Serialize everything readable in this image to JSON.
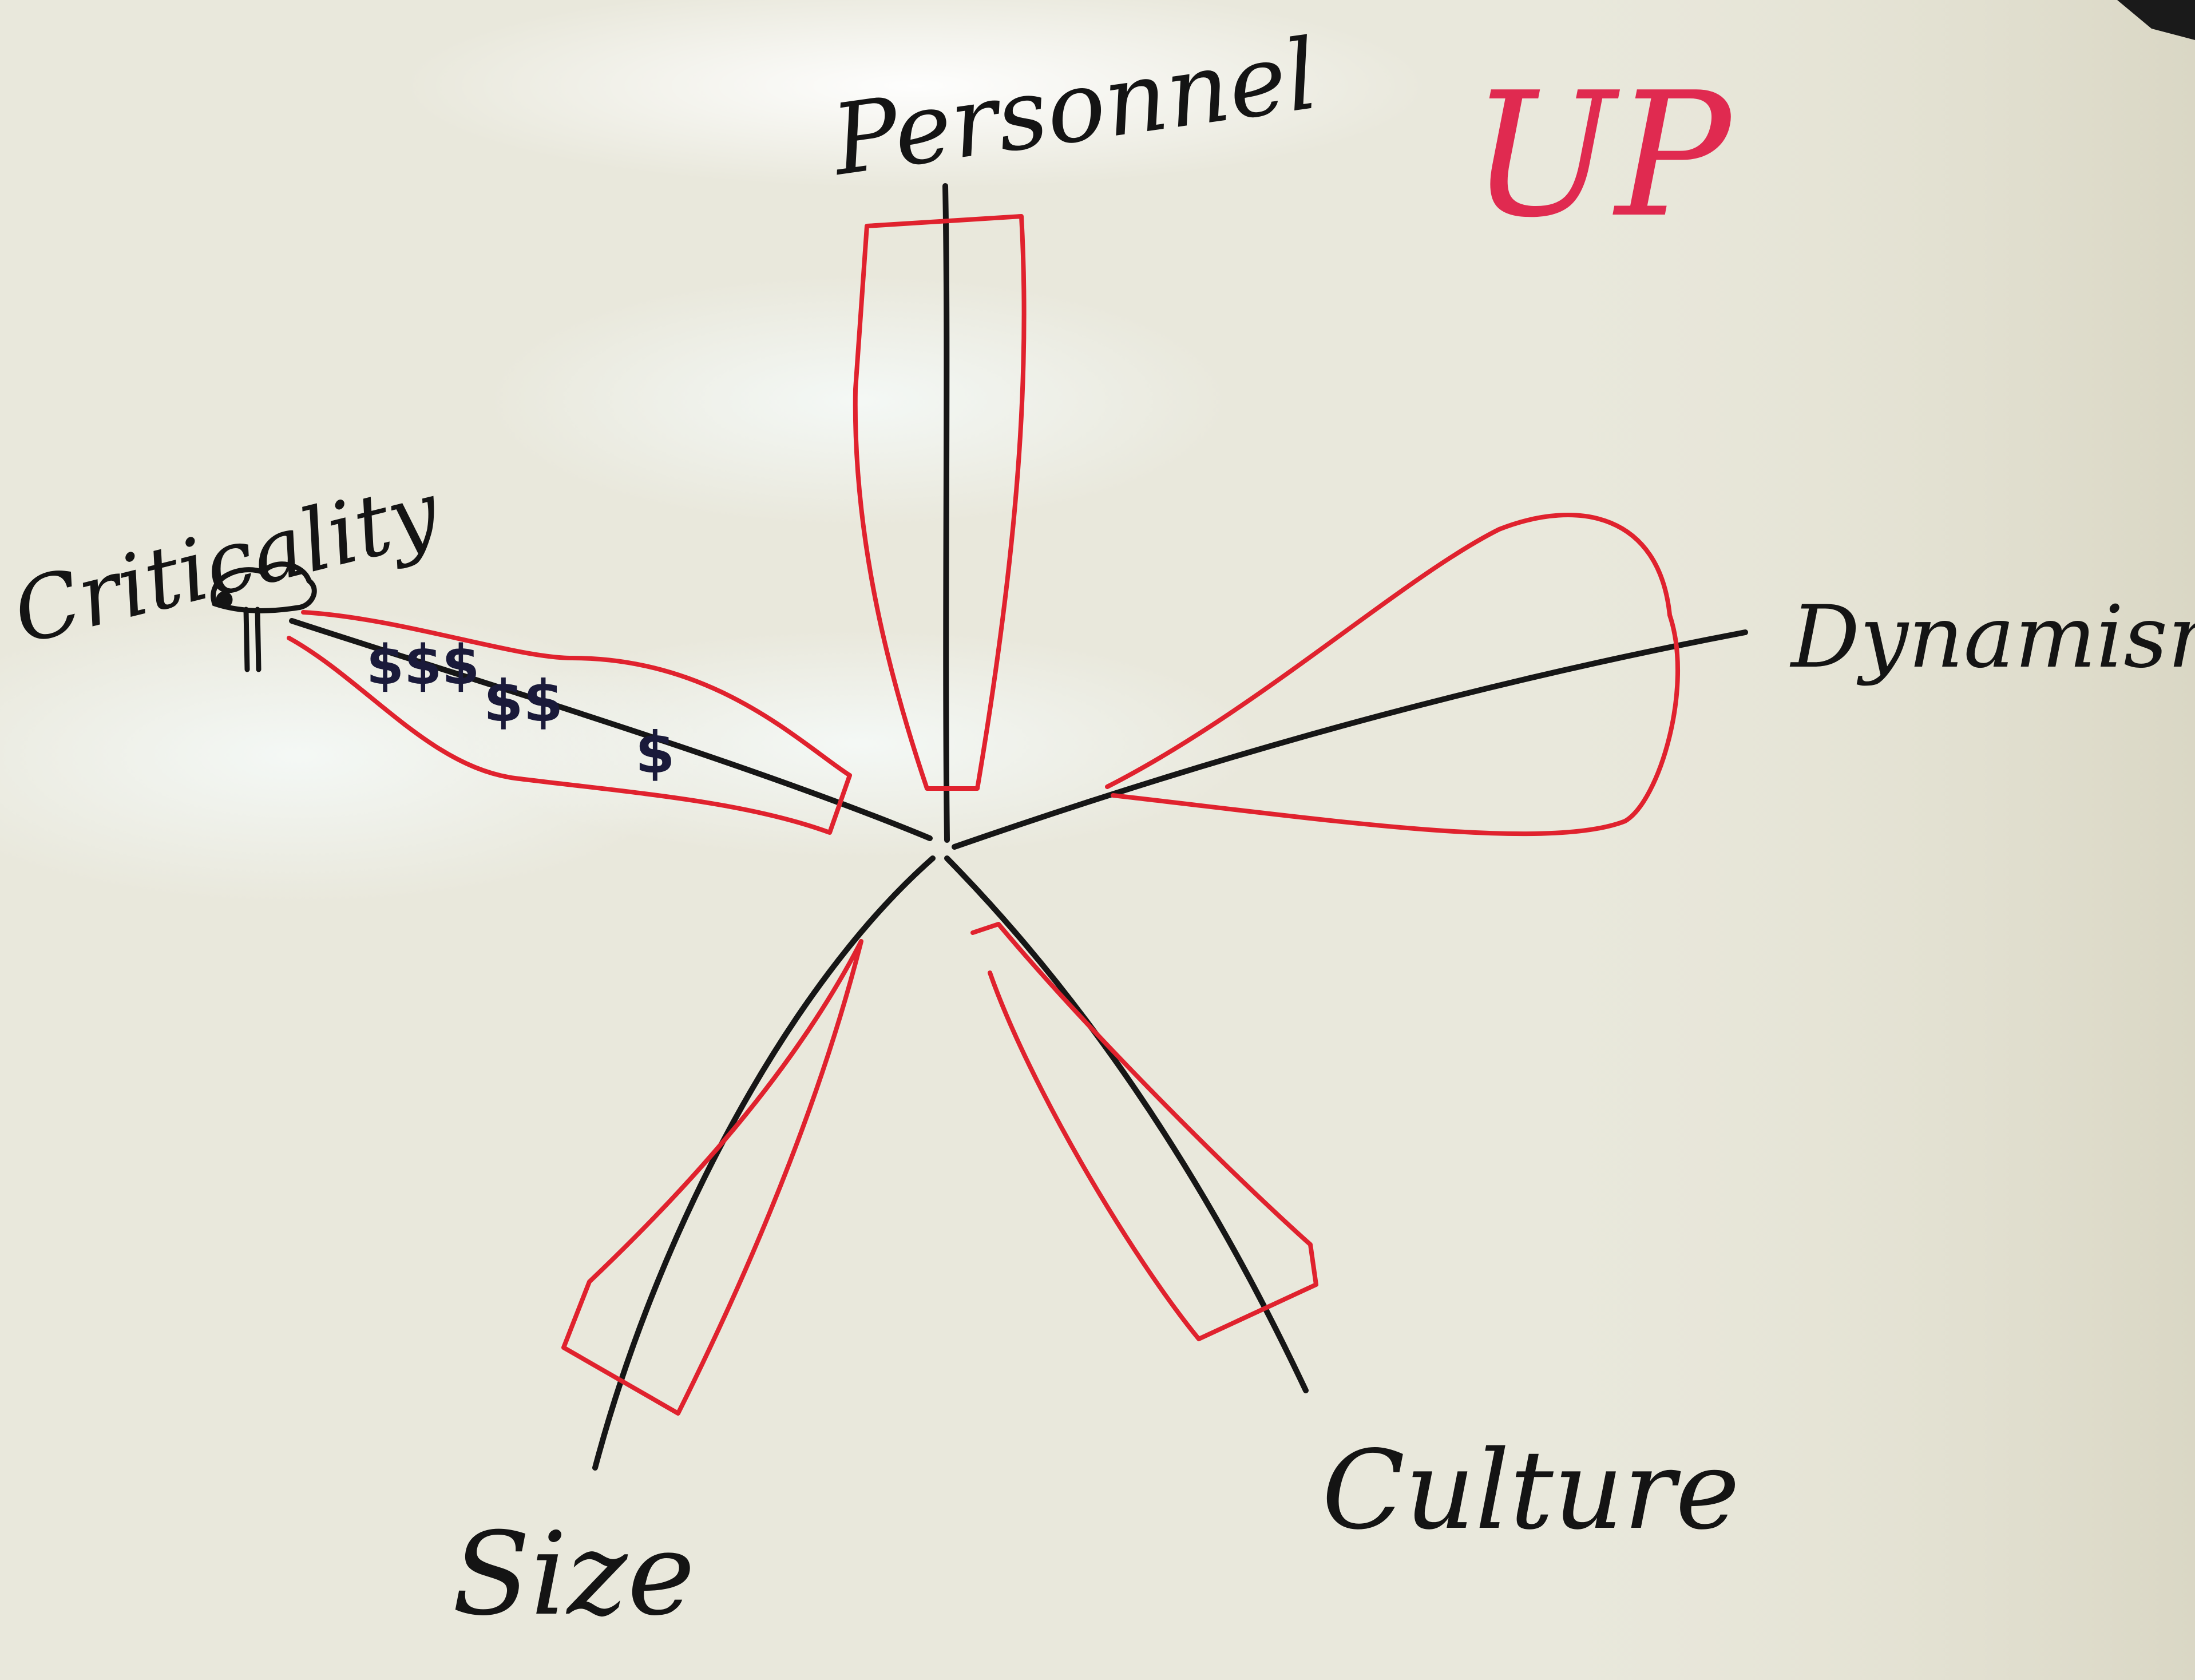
{
  "board": {
    "title": "UP",
    "center_label": "",
    "colors": {
      "board": "#ecebdf",
      "axis_ink": "#161616",
      "petal_ink": "#e0222e",
      "title_ink": "#e02a50",
      "scale_ink": "#1a1a3a"
    }
  },
  "axes": [
    {
      "name": "Personnel"
    },
    {
      "name": "Dynamism"
    },
    {
      "name": "Culture"
    },
    {
      "name": "Size"
    },
    {
      "name": "Criticality"
    }
  ],
  "criticality_scale": {
    "marks": [
      "$",
      "$$",
      "$$$"
    ],
    "end_icon": "skull-icon"
  }
}
